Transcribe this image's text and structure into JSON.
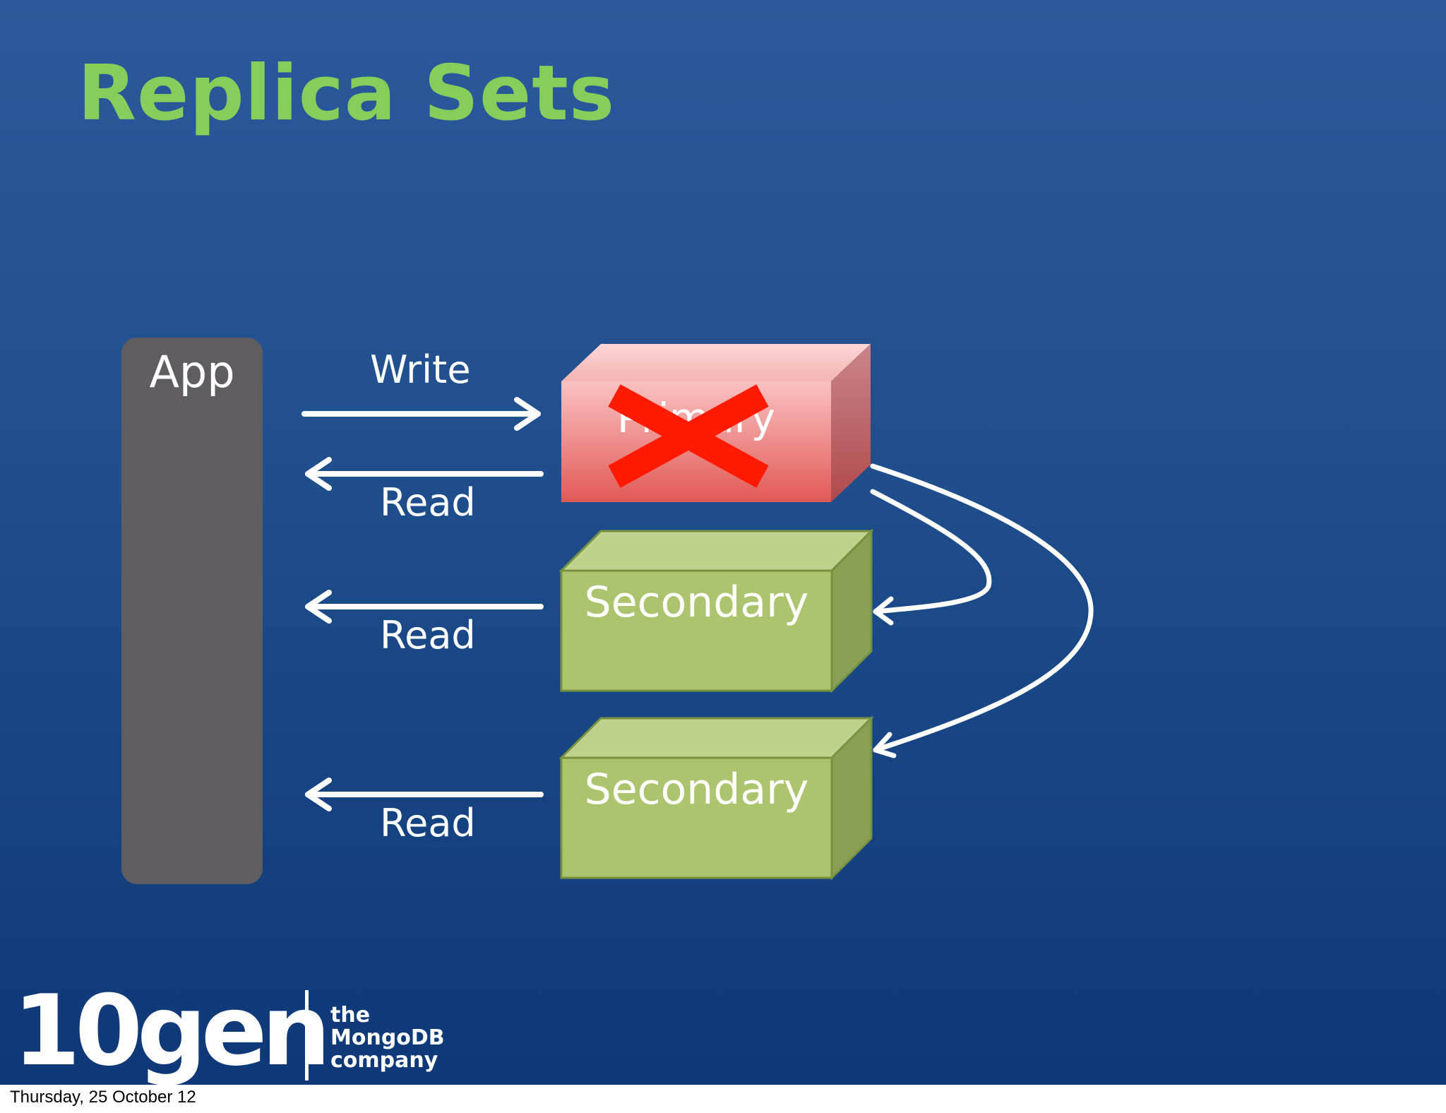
{
  "slide": {
    "title": "Replica Sets"
  },
  "diagram": {
    "app_label": "App",
    "write_label": "Write",
    "read_labels": [
      "Read",
      "Read",
      "Read"
    ],
    "primary_label": "Primary",
    "primary_status": "failed",
    "secondary_labels": [
      "Secondary",
      "Secondary"
    ]
  },
  "logo": {
    "main_text": "10gen",
    "tagline": [
      "the",
      "MongoDB",
      "company"
    ]
  },
  "footer": {
    "date": "Thursday, 25 October 12"
  },
  "colors": {
    "title": "#86cd5c",
    "background": "#1e4e8c",
    "app_box": "#5f5d61",
    "primary_box": "#ef8a8a",
    "secondary_box": "#adc46f",
    "failure_mark": "#ff1a00",
    "arrows": "#ffffff"
  }
}
